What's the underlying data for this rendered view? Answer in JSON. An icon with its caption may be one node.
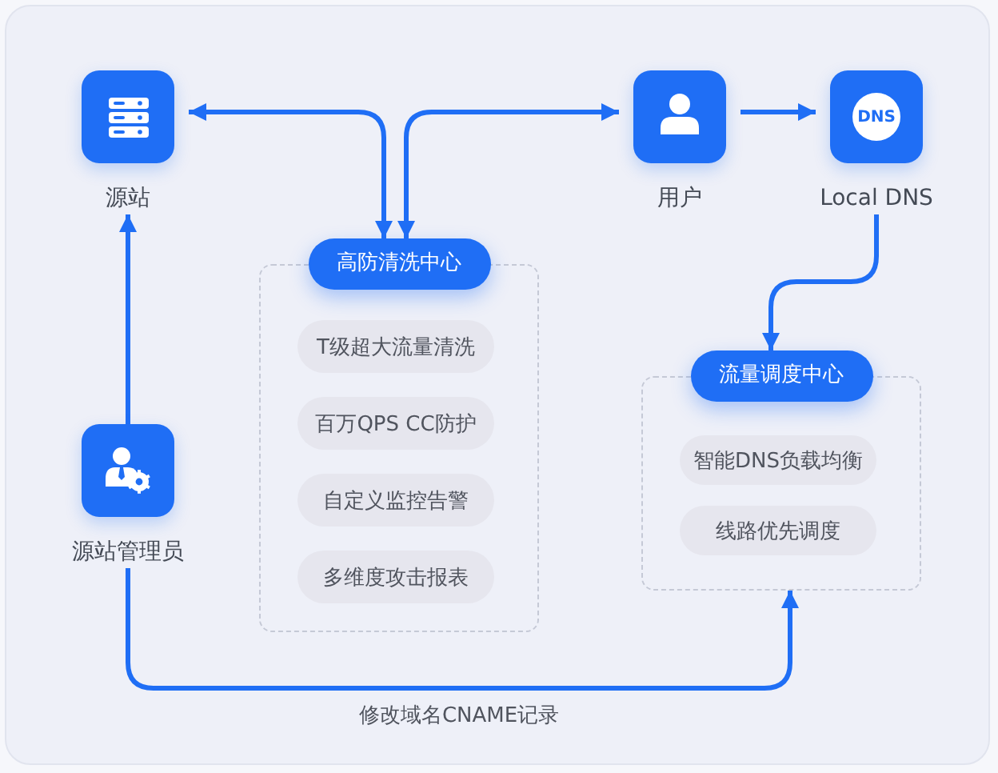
{
  "diagram": {
    "nodes": [
      {
        "text": [
          "源站"
        ]
      },
      {
        "text": [
          "用户"
        ]
      },
      {
        "text": [
          "DNS",
          "Local DNS"
        ]
      },
      {
        "text": [
          "高防清洗中心"
        ]
      },
      {
        "text": [
          "T级超大流量清洗"
        ],
        "in": 3
      },
      {
        "text": [
          "百万QPS CC防护"
        ],
        "in": 3
      },
      {
        "text": [
          "自定义监控告警"
        ],
        "in": 3
      },
      {
        "text": [
          "多维度攻击报表"
        ],
        "in": 3
      },
      {
        "text": [
          "流量调度中心"
        ]
      },
      {
        "text": [
          "智能DNS负载均衡"
        ],
        "in": 8
      },
      {
        "text": [
          "线路优先调度"
        ],
        "in": 8
      },
      {
        "text": [
          "源站管理员"
        ]
      }
    ],
    "edges": [
      {
        "from": 0,
        "to": 3,
        "arrow": "both"
      },
      {
        "from": 1,
        "to": 3,
        "arrow": "both"
      },
      {
        "from": 1,
        "to": 2,
        "arrow": "to"
      },
      {
        "from": 2,
        "to": 8,
        "arrow": "to"
      },
      {
        "from": 11,
        "to": 0,
        "arrow": "to"
      },
      {
        "from": 11,
        "to": 8,
        "arrow": "to",
        "label": "修改域名CNAME记录"
      }
    ]
  }
}
